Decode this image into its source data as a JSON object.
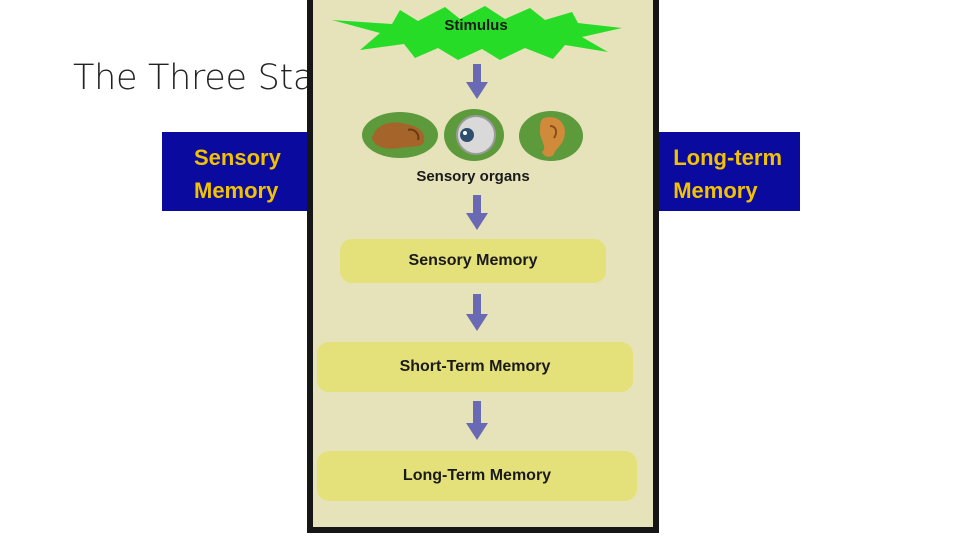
{
  "slide": {
    "title": "The Three Stages of Memory"
  },
  "blue_bar": {
    "left_label": "Sensory\nMemory",
    "right_label": "Long-term\nMemory"
  },
  "diagram": {
    "stimulus": "Stimulus",
    "sensory_organs_label": "Sensory organs",
    "sensory_memory": "Sensory Memory",
    "short_term_memory": "Short-Term Memory",
    "long_term_memory": "Long-Term Memory"
  },
  "colors": {
    "bar": "#0a0a9e",
    "bar_text": "#f2c200",
    "panel": "#e6e3bb",
    "box": "#e4e07a",
    "starburst": "#26dc26",
    "arrow": "#6a6ab4"
  }
}
